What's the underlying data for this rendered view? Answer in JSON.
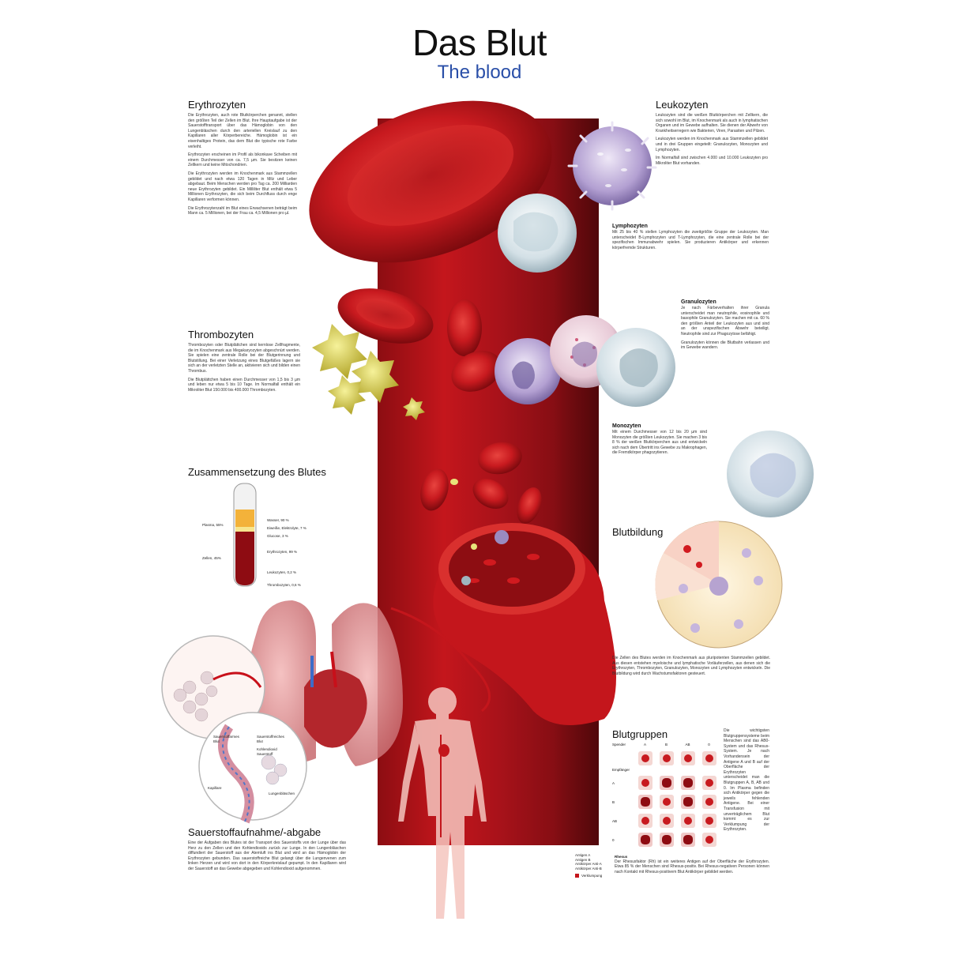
{
  "title": "Das Blut",
  "subtitle": "The blood",
  "sections": {
    "erythrozyten": {
      "heading": "Erythrozyten",
      "paragraphs": [
        "Die Erythrozyten, auch rote Blutkörperchen genannt, stellen den größten Teil der Zellen im Blut. Ihre Hauptaufgabe ist der Sauerstofftransport über das Hämoglobin von den Lungenbläschen durch den arteriellen Kreislauf zu den Kapillaren aller Körperbereiche. Hämoglobin ist ein eisenhaltiges Protein, das dem Blut die typische rote Farbe verleiht.",
        "Erythrozyten erscheinen im Profil als bikonkave Scheiben mit einem Durchmesser von ca. 7,5 µm. Sie besitzen keinen Zellkern und keine Mitochondrien.",
        "Die Erythrozyten werden im Knochenmark aus Stammzellen gebildet und nach etwa 120 Tagen in Milz und Leber abgebaut. Beim Menschen werden pro Tag ca. 200 Milliarden neue Erythrozyten gebildet. Ein Milliliter Blut enthält etwa 5 Millionen Erythrozyten, die sich beim Durchfluss durch enge Kapillaren verformen können.",
        "Die Erythrozytenzahl im Blut eines Erwachsenen beträgt beim Mann ca. 5 Millionen, bei der Frau ca. 4,5 Millionen pro µl."
      ]
    },
    "thrombozyten": {
      "heading": "Thrombozyten",
      "paragraphs": [
        "Thrombozyten oder Blutplättchen sind kernlose Zellfragmente, die im Knochenmark aus Megakaryozyten abgeschnürt werden. Sie spielen eine zentrale Rolle bei der Blutgerinnung und Blutstillung. Bei einer Verletzung eines Blutgefäßes lagern sie sich an der verletzten Stelle an, aktivieren sich und bilden einen Thrombus.",
        "Die Blutplättchen haben einen Durchmesser von 1,5 bis 3 µm und leben nur etwa 5 bis 10 Tage. Im Normalfall enthält ein Mikroliter Blut 150.000 bis 400.000 Thrombozyten."
      ]
    },
    "zusammensetzung": {
      "heading": "Zusammensetzung des Blutes",
      "left_labels": [
        "Plasma, 55%",
        "Zellen, 45%"
      ],
      "right_labels": [
        "Wasser, 90 %",
        "Eiweiße, Elektrolyte, 7 %",
        "Glucose, 3 %",
        "Erythrozyten, 99 %",
        "Leukozyten, 0,2 %",
        "Thrombozyten, 0,6 %"
      ]
    },
    "leukozyten": {
      "heading": "Leukozyten",
      "paragraphs": [
        "Leukozyten sind die weißen Blutkörperchen mit Zellkern, die sich sowohl im Blut, im Knochenmark als auch in lymphatischen Organen und im Gewebe aufhalten. Sie dienen der Abwehr von Krankheitserregern wie Bakterien, Viren, Parasiten und Pilzen.",
        "Leukozyten werden im Knochenmark aus Stammzellen gebildet und in drei Gruppen eingeteilt: Granulozyten, Monozyten und Lymphozyten.",
        "Im Normalfall sind zwischen 4.000 und 10.000 Leukozyten pro Mikroliter Blut vorhanden."
      ],
      "lymphozyten_title": "Lymphozyten",
      "lymphozyten_text": "Mit 25 bis 40 % stellen Lymphozyten die zweitgrößte Gruppe der Leukozyten. Man unterscheidet B-Lymphozyten und T-Lymphozyten, die eine zentrale Rolle bei der spezifischen Immunabwehr spielen. Sie produzieren Antikörper und erkennen körperfremde Strukturen.",
      "granulozyten_title": "Granulozyten",
      "granulozyten_text": "Je nach Färbeverhalten ihrer Granula unterscheidet man neutrophile, eosinophile und basophile Granulozyten. Sie machen mit ca. 60 % den größten Anteil der Leukozyten aus und sind an der unspezifischen Abwehr beteiligt. Neutrophile sind zur Phagozytose befähigt.",
      "granulozyten_extra": "Granulozyten können die Blutbahn verlassen und im Gewebe wandern.",
      "monozyten_title": "Monozyten",
      "monozyten_text": "Mit einem Durchmesser von 12 bis 20 µm sind Monozyten die größten Leukozyten. Sie machen 3 bis 8 % der weißen Blutkörperchen aus und entwickeln sich nach dem Übertritt ins Gewebe zu Makrophagen, die Fremdkörper phagozytieren."
    },
    "blutbildung": {
      "heading": "Blutbildung",
      "text": "Die Zellen des Blutes werden im Knochenmark aus pluripotenten Stammzellen gebildet. Aus diesen entstehen myeloische und lymphatische Vorläuferzellen, aus denen sich die Erythrozyten, Thrombozyten, Granulozyten, Monozyten und Lymphozyten entwickeln. Die Blutbildung wird durch Wachstumsfaktoren gesteuert."
    },
    "blutgruppen": {
      "heading": "Blutgruppen",
      "col_header_label": "Spender",
      "row_header_label": "Empfänger",
      "columns": [
        "A",
        "B",
        "AB",
        "0"
      ],
      "rows": [
        "A",
        "B",
        "AB",
        "0"
      ],
      "side_text": "Die wichtigsten Blutgruppensysteme beim Menschen sind das AB0-System und das Rhesus-System. Je nach Vorhandensein der Antigene A und B auf der Oberfläche der Erythrozyten unterscheidet man die Blutgruppen A, B, AB und 0. Im Plasma befinden sich Antikörper gegen die jeweils fehlenden Antigene. Bei einer Transfusion mit unverträglichem Blut kommt es zur Verklumpung der Erythrozyten.",
      "legend": [
        "Antigen A",
        "Antigen B",
        "Antikörper Anti-A",
        "Antikörper Anti-B",
        "Verklumpung"
      ],
      "rhesus_title": "Rhesus",
      "rhesus_text": "Der Rhesusfaktor (Rh) ist ein weiteres Antigen auf der Oberfläche der Erythrozyten. Etwa 85 % der Menschen sind Rhesus-positiv. Bei Rhesus-negativen Personen können nach Kontakt mit Rhesus-positivem Blut Antikörper gebildet werden."
    },
    "sauerstoff": {
      "heading": "Sauerstoffaufnahme/-abgabe",
      "paragraphs": [
        "Eine der Aufgaben des Blutes ist der Transport des Sauerstoffs von der Lunge über das Herz zu den Zellen und den Kohlendioxids zurück zur Lunge. In den Lungenbläschen diffundiert der Sauerstoff aus der Atemluft ins Blut und wird an das Hämoglobin der Erythrozyten gebunden. Das sauerstoffreiche Blut gelangt über die Lungenvenen zum linken Herzen und wird von dort in den Körperkreislauf gepumpt. In den Kapillaren wird der Sauerstoff an das Gewebe abgegeben und Kohlendioxid aufgenommen."
      ],
      "diagram_labels": [
        "Sauerstoffarmes Blut",
        "Sauerstoffreiches Blut",
        "Kohlendioxid",
        "Sauerstoff",
        "Kapillare",
        "Lungenbläschen"
      ]
    }
  },
  "colors": {
    "band": "#c4161c",
    "subtitle": "#2a4fa8",
    "rbc": "#d11a1f",
    "platelet": "#d8d24a",
    "leuko_purple": "#b9a6d6",
    "leuko_pale": "#d9e3e8"
  }
}
